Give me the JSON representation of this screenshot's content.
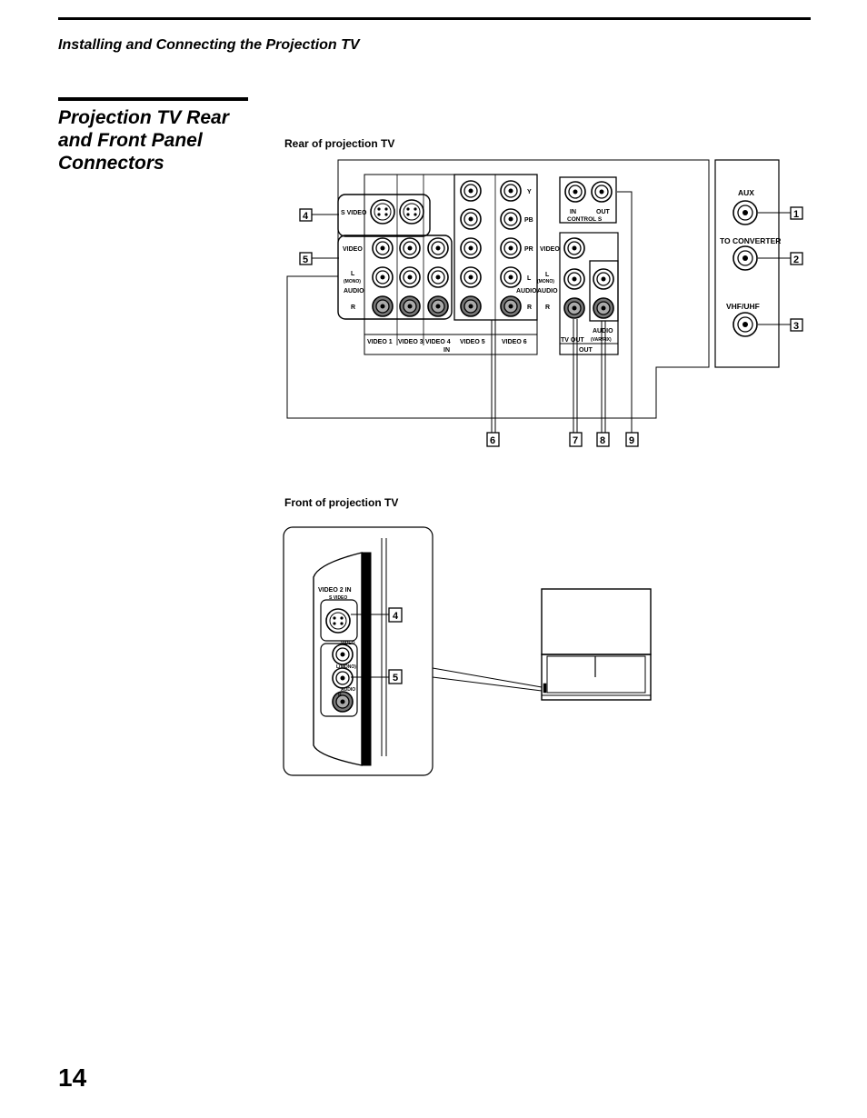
{
  "header": {
    "running_title": "Installing and Connecting the Projection TV"
  },
  "section": {
    "title": "Projection TV Rear and Front Panel Connectors"
  },
  "rear": {
    "caption": "Rear of projection TV",
    "svideo_label": "S VIDEO",
    "video_label": "VIDEO",
    "audio_l_label": "L",
    "mono_label": "(MONO)",
    "audio_label": "AUDIO",
    "r_label": "R",
    "y_label": "Y",
    "pb_label": "PB",
    "pr_label": "PR",
    "control_in": "IN",
    "control_out": "OUT",
    "control_s": "CONTROL S",
    "in_inputs": [
      "VIDEO 1",
      "VIDEO 3",
      "VIDEO 4",
      "VIDEO 5",
      "VIDEO 6"
    ],
    "in_label": "IN",
    "tv_out_label": "TV OUT",
    "audio_var_label": "AUDIO",
    "var_fix_label": "(VAR/FIX)",
    "out_label": "OUT",
    "aux_label": "AUX",
    "to_converter_label": "TO CONVERTER",
    "vhf_uhf_label": "VHF/UHF",
    "callouts": {
      "n1": "1",
      "n2": "2",
      "n3": "3",
      "n4": "4",
      "n5": "5",
      "n6": "6",
      "n7": "7",
      "n8": "8",
      "n9": "9"
    }
  },
  "front": {
    "caption": "Front of projection TV",
    "video2_label": "VIDEO 2 IN",
    "svideo_label": "S VIDEO",
    "video_label": "VIDEO",
    "l_mono_label": "L(MONO)",
    "audio_label": "AUDIO",
    "r_label": "R",
    "callouts": {
      "n4": "4",
      "n5": "5"
    }
  },
  "footer": {
    "page_number": "14"
  },
  "colors": {
    "ink": "#000000",
    "paper": "#ffffff",
    "panel_gray": "#888888"
  }
}
